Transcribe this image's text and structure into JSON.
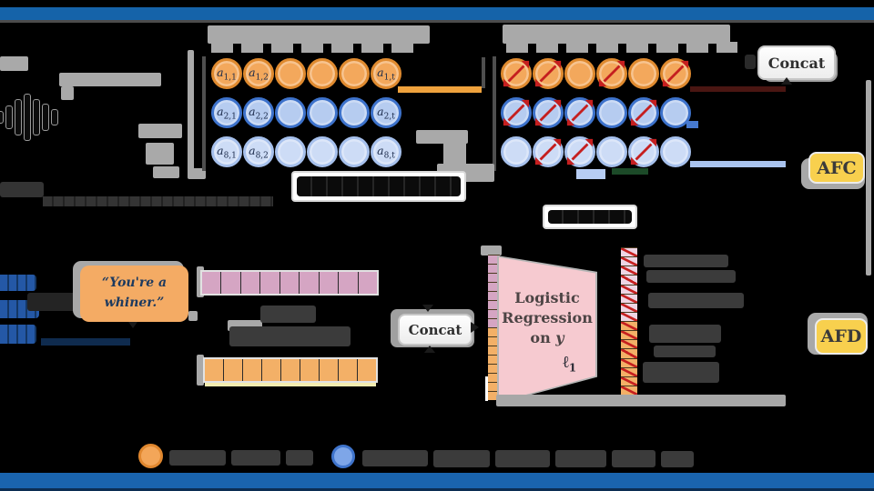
{
  "buttons": {
    "concat_top": "Concat",
    "concat_mid": "Concat",
    "afc": "AFC",
    "afd": "AFD"
  },
  "quote": {
    "line1": "“You're a",
    "line2": "whiner.”"
  },
  "logistic": {
    "line1": "Logistic",
    "line2": "Regression",
    "line3_prefix": "on",
    "line3_var": "y",
    "loss_symbol": "ℓ",
    "loss_sub": "1"
  },
  "matrices": {
    "variable": "a",
    "left": {
      "rows": [
        {
          "style": "h1",
          "cells": [
            {
              "sub": "1,1"
            },
            {
              "sub": "1,2"
            },
            {},
            {},
            {},
            {
              "sub": "1,t"
            }
          ]
        },
        {
          "style": "h2",
          "cells": [
            {
              "sub": "2,1"
            },
            {
              "sub": "2,2"
            },
            {},
            {},
            {},
            {
              "sub": "2,t"
            }
          ]
        },
        {
          "style": "h3",
          "cells": [
            {
              "sub": "8,1"
            },
            {
              "sub": "8,2"
            },
            {},
            {},
            {},
            {
              "sub": "8,t"
            }
          ]
        }
      ]
    },
    "right": {
      "rows": [
        {
          "style": "h1",
          "cells": [
            {
              "arrow": true
            },
            {
              "arrow": true
            },
            {},
            {
              "arrow": true
            },
            {},
            {
              "arrow": true
            }
          ]
        },
        {
          "style": "h2",
          "cells": [
            {
              "arrow": true
            },
            {
              "arrow": true
            },
            {
              "arrow": true
            },
            {},
            {
              "arrow": true
            },
            {}
          ]
        },
        {
          "style": "h3",
          "cells": [
            {},
            {
              "arrow": true
            },
            {
              "arrow": true
            },
            {},
            {
              "arrow": true
            },
            {}
          ]
        }
      ]
    }
  },
  "bars": {
    "pink_row": {
      "cells": 9
    },
    "orange_row": {
      "cells": 9
    },
    "vertical": {
      "top_cells": 8,
      "bottom_cells": 8
    },
    "hatched": {
      "top_cells": 8,
      "bottom_cells": 8
    }
  },
  "colors": {
    "bar-blue": "#1563a9",
    "bar-blue-bottom": "#1a64ae",
    "bar-navy": "#0b2d52",
    "gray-line": "#4c4c4c",
    "blob-gray": "#a9a9a9",
    "blob-dark": "#3b3b3b",
    "head1-border": "#df8a2f",
    "head1-fill": "#f3a85c",
    "head2-border": "#3d72cb",
    "head2-fill": "#b6ccf0",
    "head3-border": "#a6c0ec",
    "head3-fill": "#cddcf6",
    "label-navy": "#1b2a4a",
    "arrow-red": "#c51f1f",
    "badge-yellow": "#f8d04e",
    "quote-orange": "#f4ab64",
    "quote-text": "#1d3a5f",
    "pink-cell": "#d5a5c3",
    "orange-cell": "#f3b067",
    "hatch-pink": "#eed5e4",
    "trapezoid-pink": "#f6cad0",
    "lr-text": "#4c4444",
    "maroon": "#4a1612",
    "green-dark": "#1c4a28",
    "lightblue": "#a9c3ee",
    "conn-orange": "#efa23d",
    "conn-blue": "#4679cf",
    "navy-underline": "#0f2b4e",
    "kblue": "#2458a6"
  }
}
